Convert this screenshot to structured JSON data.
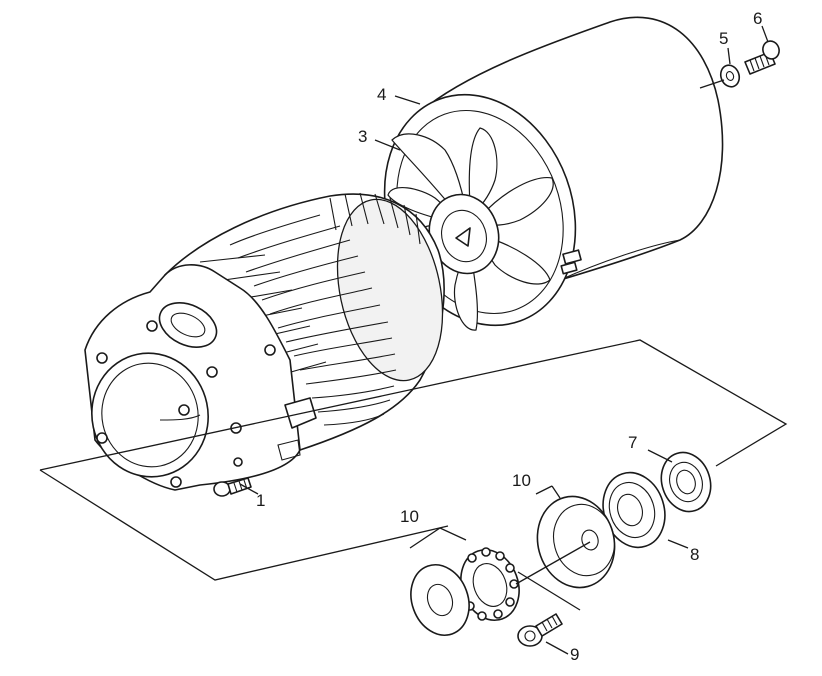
{
  "callouts": {
    "c1": "1",
    "c3": "3",
    "c4": "4",
    "c5": "5",
    "c6": "6",
    "c7": "7",
    "c8": "8",
    "c9": "9",
    "c10a": "10",
    "c10b": "10"
  },
  "colors": {
    "line": "#1a1a1a",
    "background": "#ffffff",
    "fill": "#ffffff"
  }
}
